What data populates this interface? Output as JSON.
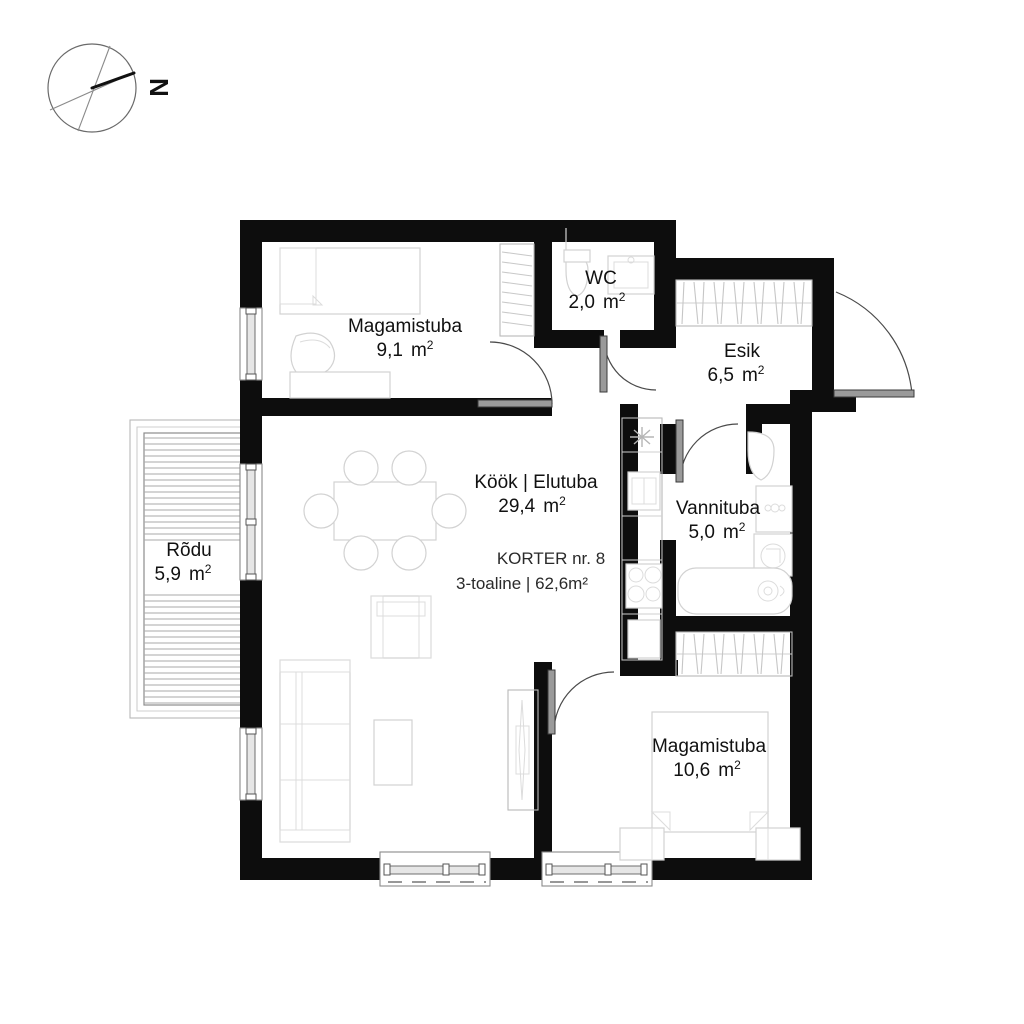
{
  "plan": {
    "title_block": {
      "apartment_label": "KORTER nr. 8",
      "type_and_area": "3-toaline | 62,6m²"
    },
    "compass": {
      "north_letter": "N"
    },
    "rooms": [
      {
        "key": "bedroom1",
        "name": "Magamistuba",
        "area_value": "9,1",
        "area_unit": "m",
        "area_sup": "2",
        "area_text": "9,1  m²"
      },
      {
        "key": "wc",
        "name": "WC",
        "area_value": "2,0",
        "area_unit": "m",
        "area_sup": "2",
        "area_text": "2,0  m²"
      },
      {
        "key": "hall",
        "name": "Esik",
        "area_value": "6,5",
        "area_unit": "m",
        "area_sup": "2",
        "area_text": "6,5  m²"
      },
      {
        "key": "kitchen_living",
        "name": "Köök | Elutuba",
        "area_value": "29,4",
        "area_unit": "m",
        "area_sup": "2",
        "area_text": "29,4  m²"
      },
      {
        "key": "bathroom",
        "name": "Vannituba",
        "area_value": "5,0",
        "area_unit": "m",
        "area_sup": "2",
        "area_text": "5,0  m²"
      },
      {
        "key": "balcony",
        "name": "Rõdu",
        "area_value": "5,9",
        "area_unit": "m",
        "area_sup": "2",
        "area_text": "5,9  m²"
      },
      {
        "key": "bedroom2",
        "name": "Magamistuba",
        "area_value": "10,6",
        "area_unit": "m",
        "area_sup": "2",
        "area_text": "10,6  m²"
      }
    ],
    "colors": {
      "wall": "#0d0d0d",
      "furniture_outline": "#d2d2d2",
      "text": "#111111",
      "background": "#ffffff"
    }
  }
}
